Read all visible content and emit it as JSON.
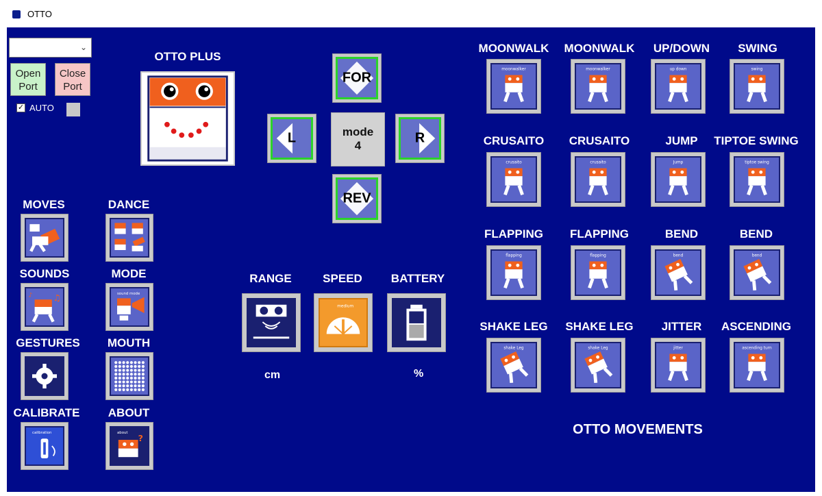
{
  "window": {
    "title": "OTTO"
  },
  "port": {
    "combo_value": "",
    "open_label_1": "Open",
    "open_label_2": "Port",
    "close_label_1": "Close",
    "close_label_2": "Port",
    "auto_label": "AUTO",
    "auto_checked": true
  },
  "robot": {
    "title": "OTTO PLUS"
  },
  "left_menu": [
    {
      "label": "MOVES",
      "icon": "moves-icon"
    },
    {
      "label": "DANCE",
      "icon": "dance-icon"
    },
    {
      "label": "SOUNDS",
      "icon": "sounds-icon"
    },
    {
      "label": "MODE",
      "icon": "mode-icon"
    },
    {
      "label": "GESTURES",
      "icon": "gestures-icon"
    },
    {
      "label": "MOUTH",
      "icon": "mouth-icon"
    },
    {
      "label": "CALIBRATE",
      "icon": "calibrate-icon"
    },
    {
      "label": "ABOUT",
      "icon": "about-icon"
    }
  ],
  "dpad": {
    "forward": "FOR",
    "reverse": "REV",
    "left": "L",
    "right": "R",
    "mode_label": "mode",
    "mode_value": "4"
  },
  "sensors": {
    "range_label": "RANGE",
    "speed_label": "SPEED",
    "battery_label": "BATTERY",
    "range_unit": "cm",
    "battery_unit": "%"
  },
  "movements": {
    "title": "OTTO MOVEMENTS",
    "items": [
      {
        "label": "MOONWALK",
        "icon_text": "moonwalker"
      },
      {
        "label": "MOONWALK",
        "icon_text": "moonwalker"
      },
      {
        "label": "UP/DOWN",
        "icon_text": "up down"
      },
      {
        "label": "SWING",
        "icon_text": "swing"
      },
      {
        "label": "CRUSAITO",
        "icon_text": "crusaito"
      },
      {
        "label": "CRUSAITO",
        "icon_text": "crusaito"
      },
      {
        "label": "JUMP",
        "icon_text": "Jump"
      },
      {
        "label": "TIPTOE SWING",
        "icon_text": "tiptoe swing"
      },
      {
        "label": "FLAPPING",
        "icon_text": "flapping"
      },
      {
        "label": "FLAPPING",
        "icon_text": "flapping"
      },
      {
        "label": "BEND",
        "icon_text": "bend"
      },
      {
        "label": "BEND",
        "icon_text": "bend"
      },
      {
        "label": "SHAKE LEG",
        "icon_text": "shake Leg"
      },
      {
        "label": "SHAKE LEG",
        "icon_text": "shake Leg"
      },
      {
        "label": "JITTER",
        "icon_text": "jitter"
      },
      {
        "label": "ASCENDING",
        "icon_text": "ascending turn"
      }
    ]
  },
  "left_icon_texts": {
    "mode_text": "sound mode",
    "calibrate_text": "calibration",
    "about_text": "about"
  },
  "speed_icon_text": "medium",
  "colors": {
    "background": "#000a8a",
    "tile": "#c9c9c9",
    "accent_green": "#2bd32b",
    "otto_orange": "#f0601e"
  }
}
